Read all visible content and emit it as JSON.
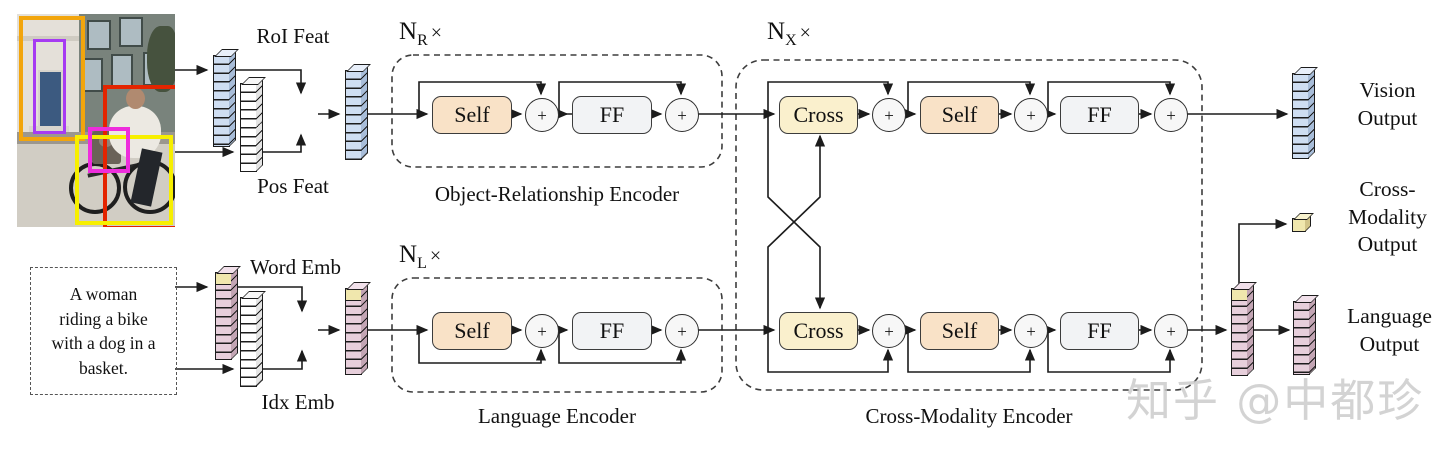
{
  "labels": {
    "roi_feat": "RoI Feat",
    "pos_feat": "Pos Feat",
    "word_emb": "Word Emb",
    "idx_emb": "Idx Emb"
  },
  "n_labels": {
    "r": {
      "base": "N",
      "sub": "R",
      "times": "×"
    },
    "l": {
      "base": "N",
      "sub": "L",
      "times": "×"
    },
    "x": {
      "base": "N",
      "sub": "X",
      "times": "×"
    }
  },
  "encoders": {
    "object_relationship": "Object-Relationship Encoder",
    "language": "Language Encoder",
    "cross_modality": "Cross-Modality Encoder"
  },
  "blocks": {
    "self": "Self",
    "ff": "FF",
    "cross": "Cross"
  },
  "symbols": {
    "plus": "+"
  },
  "sentence": {
    "lines": [
      "A woman",
      "riding a bike",
      "with a dog in a",
      "basket."
    ]
  },
  "outputs": {
    "vision": [
      "Vision",
      "Output"
    ],
    "cross_modality": [
      "Cross-",
      "Modality",
      "Output"
    ],
    "language": [
      "Language",
      "Output"
    ]
  },
  "watermark": "知乎 @中都珍",
  "colors": {
    "line": "#1c1c1c",
    "self-fill": "#f9e2c7",
    "cross-fill": "#faf0cd",
    "ff-fill": "#f2f3f5",
    "plus-fill": "#f7f7f7",
    "bar-blue": "#cfdef2",
    "bar-blue-side": "#a8bdd9",
    "bar-blue-top": "#e8effa",
    "bar-pink": "#e7cfdb",
    "bar-pink-side": "#c3a5b4",
    "bar-pink-top": "#f1e0ea",
    "bar-white": "#ffffff",
    "bar-white-side": "#e4e4e4",
    "bar-white-top": "#f7f7f7",
    "bar-yellow": "#f0e7ad",
    "bar-yellow-side": "#d2c488",
    "bar-yellow-top": "#f8f2cd",
    "bbox-orange": "#f2a50c",
    "bbox-purple": "#a63bf2",
    "bbox-red": "#e32400",
    "bbox-magenta": "#ee2ddc",
    "bbox-yellow": "#f7ef00"
  }
}
